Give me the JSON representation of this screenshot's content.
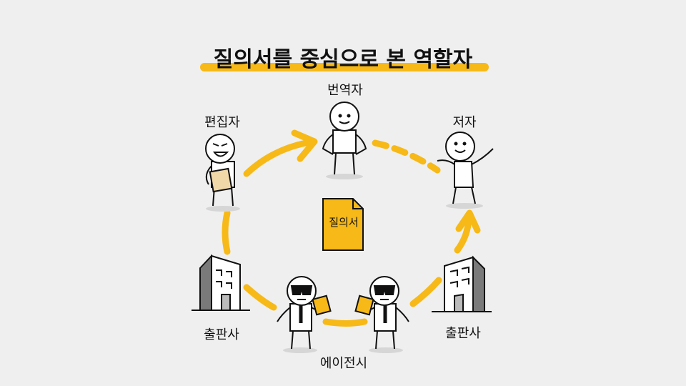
{
  "title": "질의서를 중심으로 본 역할자",
  "center_document": "질의서",
  "roles": {
    "translator": "번역자",
    "editor": "편집자",
    "author": "저자",
    "publisher_left": "출판사",
    "publisher_right": "출판사",
    "agency": "에이전시"
  },
  "colors": {
    "accent": "#f7b917",
    "background": "#efefef",
    "outline": "#111111"
  }
}
